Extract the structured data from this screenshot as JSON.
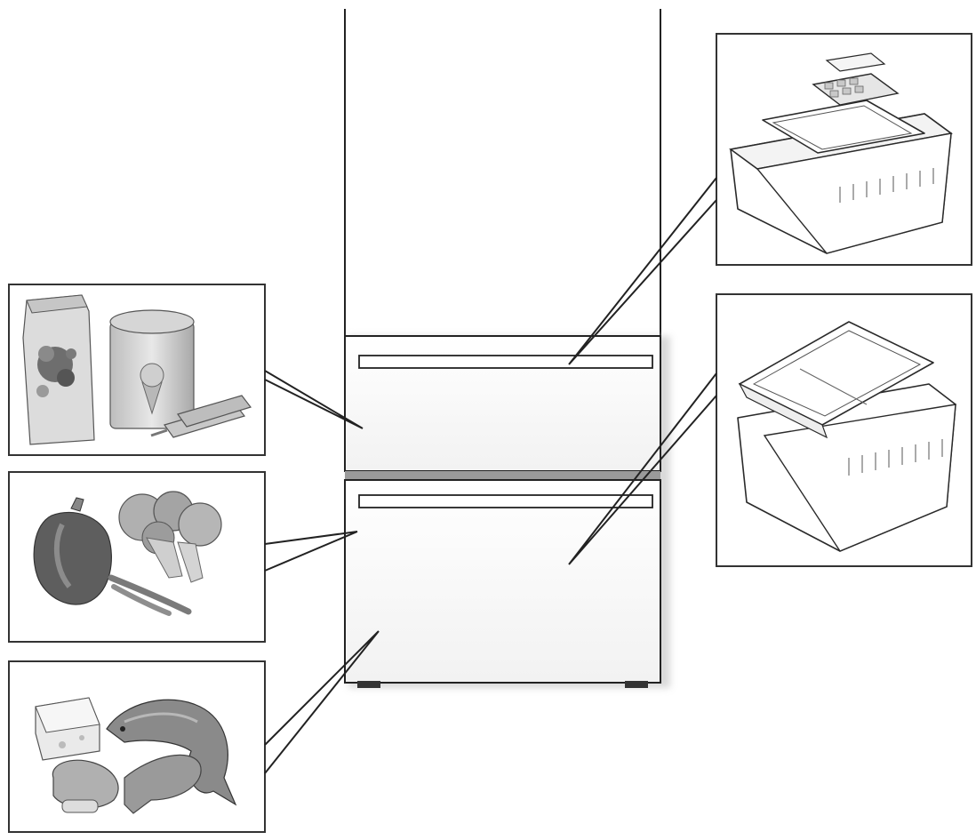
{
  "diagram": {
    "subject": "refrigerator-freezer-drawers",
    "callouts": [
      {
        "id": "frozen-foods",
        "icon": "frozen-food-icon"
      },
      {
        "id": "vegetables",
        "icon": "vegetables-icon"
      },
      {
        "id": "meat-fish-cheese",
        "icon": "meat-fish-icon"
      },
      {
        "id": "upper-drawer-bins",
        "icon": "ice-tray-bin-icon"
      },
      {
        "id": "lower-drawer-bins",
        "icon": "stacked-bins-icon"
      }
    ],
    "colors": {
      "line": "#222222",
      "illustration_fill": "#d8d8d8",
      "illustration_dark": "#6e6e6e"
    }
  }
}
